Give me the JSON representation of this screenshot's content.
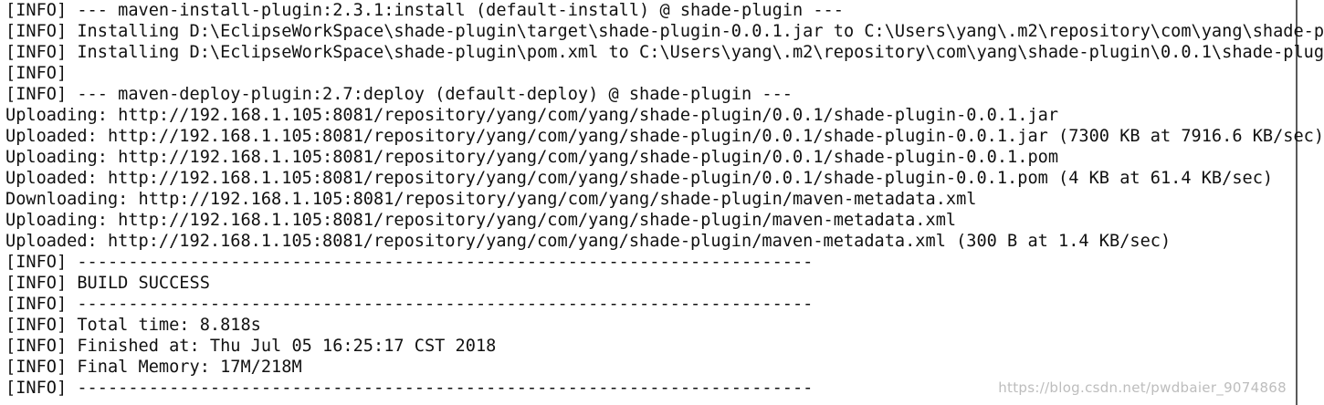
{
  "console": {
    "lines": [
      "[INFO] --- maven-install-plugin:2.3.1:install (default-install) @ shade-plugin ---",
      "[INFO] Installing D:\\EclipseWorkSpace\\shade-plugin\\target\\shade-plugin-0.0.1.jar to C:\\Users\\yang\\.m2\\repository\\com\\yang\\shade-p",
      "[INFO] Installing D:\\EclipseWorkSpace\\shade-plugin\\pom.xml to C:\\Users\\yang\\.m2\\repository\\com\\yang\\shade-plugin\\0.0.1\\shade-plug",
      "[INFO]",
      "[INFO] --- maven-deploy-plugin:2.7:deploy (default-deploy) @ shade-plugin ---",
      "Uploading: http://192.168.1.105:8081/repository/yang/com/yang/shade-plugin/0.0.1/shade-plugin-0.0.1.jar",
      "Uploaded: http://192.168.1.105:8081/repository/yang/com/yang/shade-plugin/0.0.1/shade-plugin-0.0.1.jar (7300 KB at 7916.6 KB/sec)",
      "Uploading: http://192.168.1.105:8081/repository/yang/com/yang/shade-plugin/0.0.1/shade-plugin-0.0.1.pom",
      "Uploaded: http://192.168.1.105:8081/repository/yang/com/yang/shade-plugin/0.0.1/shade-plugin-0.0.1.pom (4 KB at 61.4 KB/sec)",
      "Downloading: http://192.168.1.105:8081/repository/yang/com/yang/shade-plugin/maven-metadata.xml",
      "Uploading: http://192.168.1.105:8081/repository/yang/com/yang/shade-plugin/maven-metadata.xml",
      "Uploaded: http://192.168.1.105:8081/repository/yang/com/yang/shade-plugin/maven-metadata.xml (300 B at 1.4 KB/sec)",
      "[INFO] ------------------------------------------------------------------------",
      "[INFO] BUILD SUCCESS",
      "[INFO] ------------------------------------------------------------------------",
      "[INFO] Total time: 8.818s",
      "[INFO] Finished at: Thu Jul 05 16:25:17 CST 2018",
      "[INFO] Final Memory: 17M/218M",
      "[INFO] ------------------------------------------------------------------------"
    ]
  },
  "watermark": {
    "text": "https://blog.csdn.net/pwdbaier_9074868"
  },
  "colors": {
    "background": "#ffffff",
    "text": "#111111",
    "watermark": "#bdbdbd"
  }
}
